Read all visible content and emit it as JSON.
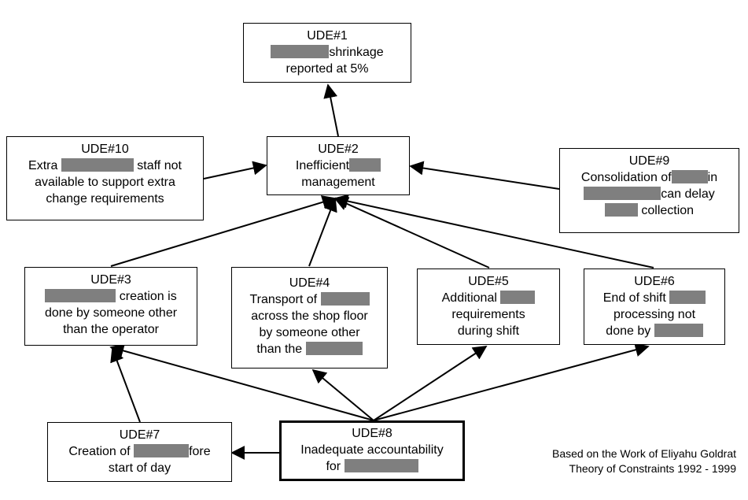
{
  "nodes": {
    "ude1": {
      "title": "UDE#1",
      "l1": "shrinkage",
      "l2": "reported at 5%"
    },
    "ude2": {
      "title": "UDE#2",
      "l1": "Inefficient",
      "l2": "management"
    },
    "ude3": {
      "title": "UDE#3",
      "l1": "creation is",
      "l2": "done by someone other",
      "l3": "than the operator"
    },
    "ude4": {
      "title": "UDE#4",
      "l1": "Transport of",
      "l2": "across the shop floor",
      "l3": "by someone other",
      "l4": "than the"
    },
    "ude5": {
      "title": "UDE#5",
      "l1": "Additional",
      "l2": "requirements",
      "l3": "during shift"
    },
    "ude6": {
      "title": "UDE#6",
      "l1": "End of shift",
      "l2": "processing not",
      "l3": "done by"
    },
    "ude7": {
      "title": "UDE#7",
      "l1": "Creation of",
      "l1b": "fore",
      "l2": "start of day"
    },
    "ude8": {
      "title": "UDE#8",
      "l1": "Inadequate accountability",
      "l2": "for"
    },
    "ude9": {
      "title": "UDE#9",
      "l1": "Consolidation of",
      "l1b": "in",
      "l2": "can delay",
      "l3": "collection"
    },
    "ude10": {
      "title": "UDE#10",
      "l1": "Extra",
      "l1b": "staff not",
      "l2": "available to support extra",
      "l3": "change requirements"
    }
  },
  "credit": {
    "line1": "Based on the Work of Eliyahu Goldrat",
    "line2": "Theory of Constraints 1992 - 1999"
  },
  "colors": {
    "line": "#000000",
    "redaction": "#7f7f7f",
    "background": "#ffffff"
  }
}
